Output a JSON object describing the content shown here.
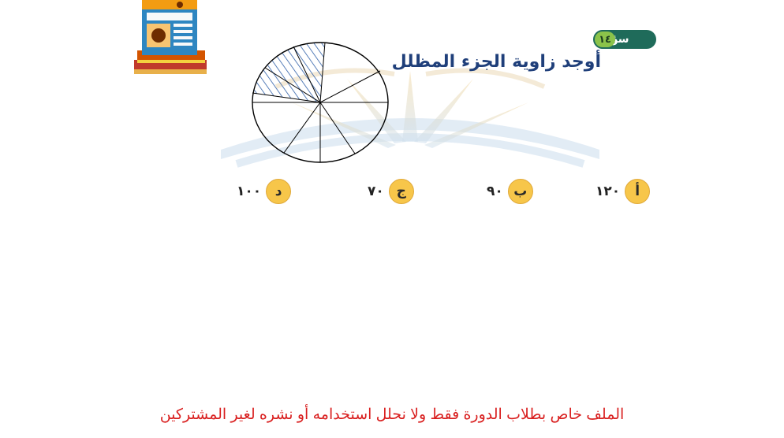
{
  "question": {
    "badge_label": "سؤال",
    "badge_number": "١٤",
    "text": "أوجد زاوية الجزء المظلل"
  },
  "answers": [
    {
      "letter": "أ",
      "value": "١٢٠"
    },
    {
      "letter": "ب",
      "value": "٩٠"
    },
    {
      "letter": "ج",
      "value": "٧٠"
    },
    {
      "letter": "د",
      "value": "١٠٠"
    }
  ],
  "footer": "الملف خاص بطلاب الدورة فقط ولا نحلل استخدامه أو نشره لغير المشتركين",
  "figure": {
    "sectors": 10,
    "shaded_sectors": 3
  },
  "colors": {
    "badge": "#1f6b5a",
    "badge_number": "#8bc34a",
    "question_text": "#1f3f7a",
    "answer_circle": "#f7c64a",
    "hatch": "#2f5fa8",
    "footer": "#d91f1f"
  }
}
